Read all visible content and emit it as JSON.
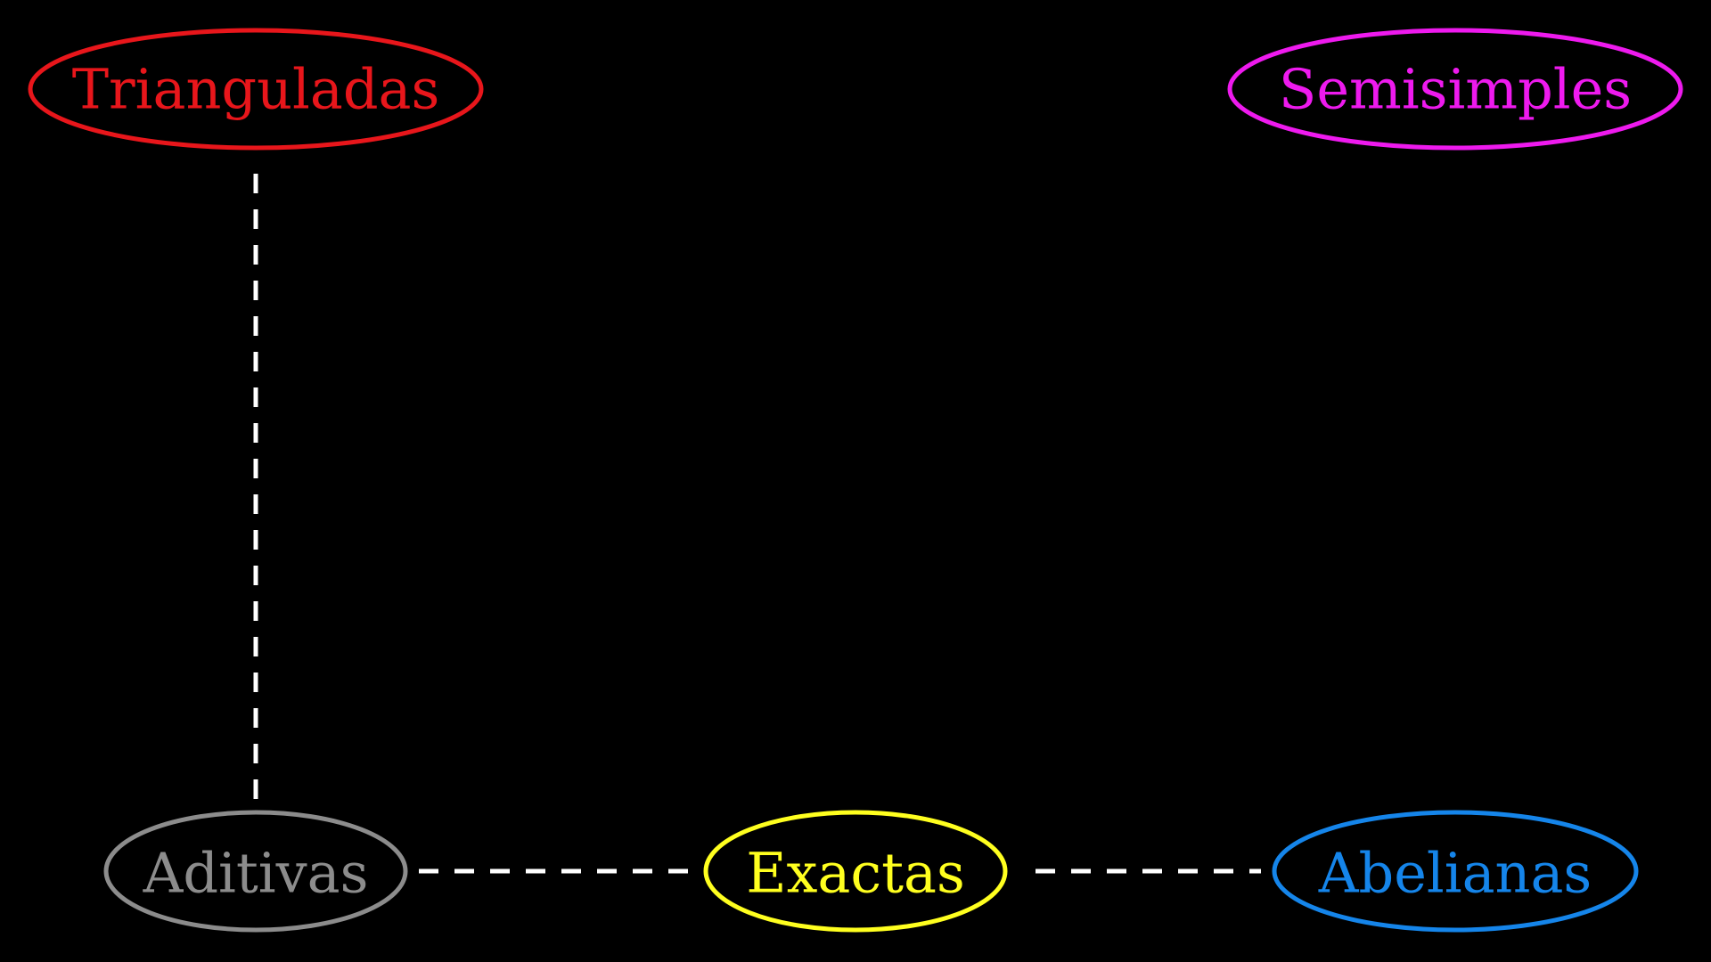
{
  "background": "#000000",
  "connector_color": "#ffffff",
  "nodes": {
    "trianguladas": {
      "label": "Trianguladas",
      "color": "#e8161b"
    },
    "semisimples": {
      "label": "Semisimples",
      "color": "#ee1aee"
    },
    "aditivas": {
      "label": "Aditivas",
      "color": "#8c8c8c"
    },
    "exactas": {
      "label": "Exactas",
      "color": "#ffff1f"
    },
    "abelianas": {
      "label": "Abelianas",
      "color": "#1585ea"
    }
  },
  "edges": [
    {
      "from": "Aditivas",
      "to": "Trianguladas",
      "style": "dashed"
    },
    {
      "from": "Aditivas",
      "to": "Exactas",
      "style": "dashed"
    },
    {
      "from": "Exactas",
      "to": "Abelianas",
      "style": "dashed"
    }
  ]
}
